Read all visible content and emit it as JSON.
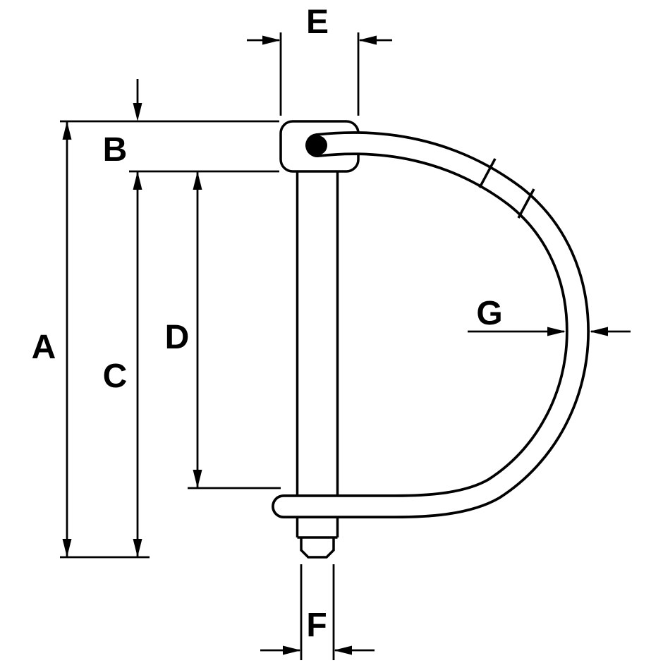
{
  "colors": {
    "line": "#000000",
    "background": "#ffffff"
  },
  "labels": {
    "A": "A",
    "B": "B",
    "C": "C",
    "D": "D",
    "E": "E",
    "F": "F",
    "G": "G"
  }
}
